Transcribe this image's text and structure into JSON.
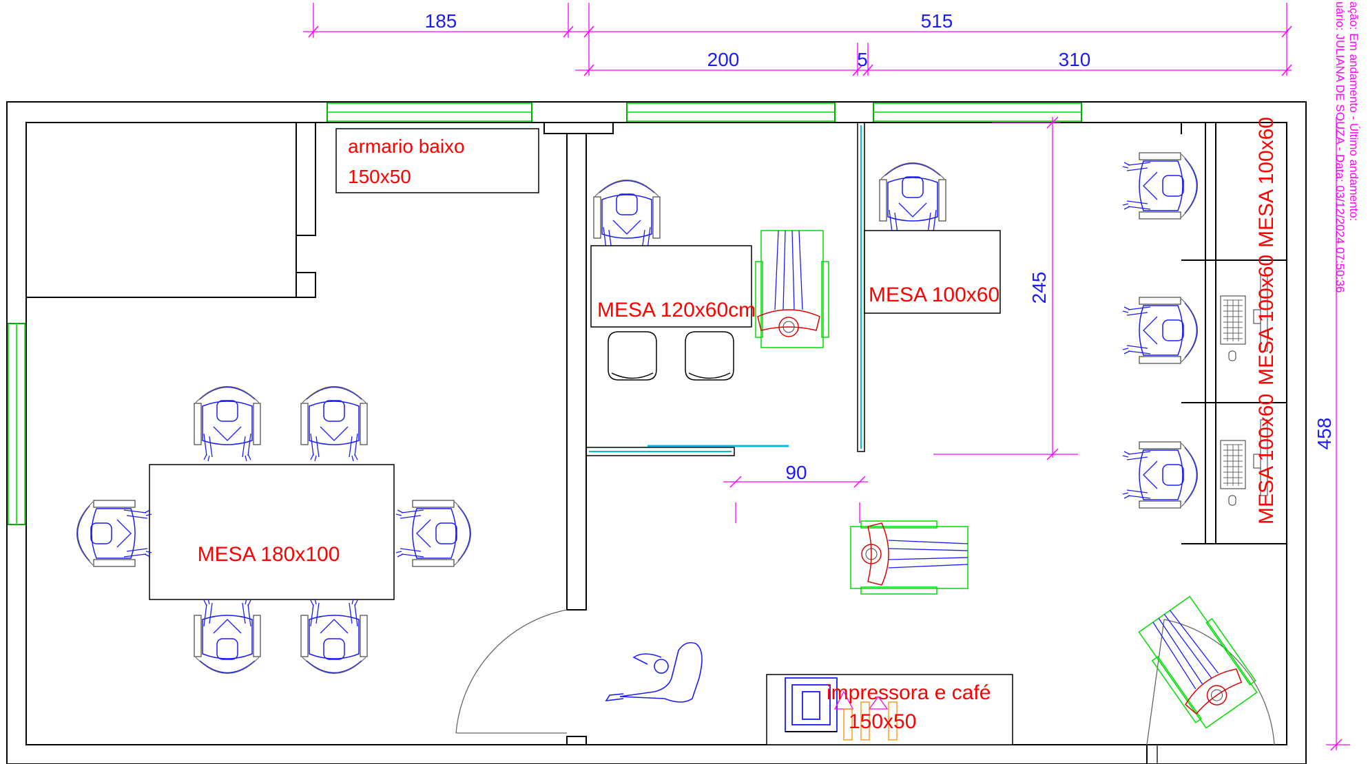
{
  "dimensions": {
    "top_left": "185",
    "top_total": "515",
    "seg_a": "200",
    "seg_b": "5",
    "seg_c": "310",
    "height_right": "245",
    "door_width": "90",
    "total_height": "458"
  },
  "labels": {
    "armario_line1": "armario baixo",
    "armario_line2": "150x50",
    "mesa_meeting": "MESA 180x100",
    "mesa_120": "MESA 120x60cm",
    "mesa_100": "MESA 100x60",
    "mesa_right_1": "MESA 100x60",
    "mesa_right_2": "MESA 100x60",
    "mesa_right_3": "MESA 100x60",
    "impressora_line1": "impressora e café",
    "impressora_line2": "150x50"
  },
  "stamp": {
    "line1": "ação: Em andamento - Último andamento:",
    "line2": "uário: JULIANA DE SOUZA - Data: 03/12/2024 07:50:36"
  },
  "colors": {
    "wall": "#000000",
    "dimension": "#ff00ff",
    "dimension_text": "#1a1aff",
    "window": "#00dd00",
    "people": "#1a1aff",
    "label": "#ff0000",
    "wheelchair": "#00dd00",
    "glass": "#00bcd4"
  }
}
